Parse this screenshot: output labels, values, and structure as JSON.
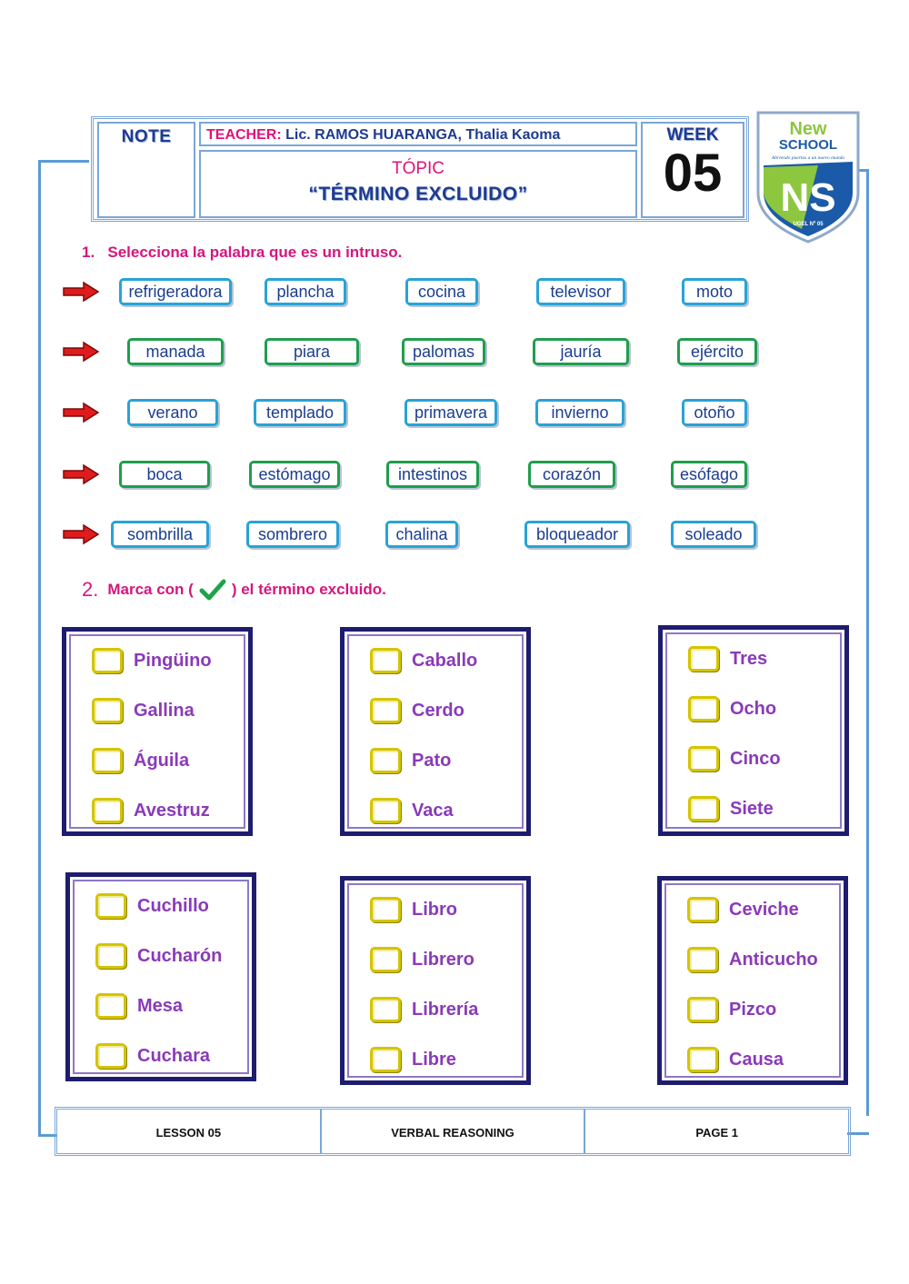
{
  "header": {
    "note_label": "NOTE",
    "teacher_label": "TEACHER:",
    "teacher_name": "Lic. RAMOS HUARANGA, Thalia Kaoma",
    "topic_label": "TÓPIC",
    "topic_title": "“TÉRMINO EXCLUIDO”",
    "week_label": "WEEK",
    "week_number": "05"
  },
  "logo": {
    "line1": "New",
    "line2": "SCHOOL",
    "slogan": "Abriendo puertas a un nuevo mundo",
    "letters": "NS",
    "ugel": "UGEL Nº 05",
    "colors": {
      "green": "#8dc63f",
      "blue": "#1b5aa8"
    }
  },
  "section1": {
    "number": "1.",
    "instruction": "Selecciona la palabra que es un intruso.",
    "rows": [
      [
        "refrigeradora",
        "plancha",
        "cocina",
        "televisor",
        "moto"
      ],
      [
        "manada",
        "piara",
        "palomas",
        "jauría",
        "ejército"
      ],
      [
        "verano",
        "templado",
        "primavera",
        "invierno",
        "otoño"
      ],
      [
        "boca",
        "estómago",
        "intestinos",
        "corazón",
        "esófago"
      ],
      [
        "sombrilla",
        "sombrero",
        "chalina",
        "bloqueador",
        "soleado"
      ]
    ]
  },
  "section2": {
    "number": "2.",
    "instruction_pre": "Marca con (",
    "instruction_post": ") el término excluido.",
    "groups": [
      [
        "Pingüino",
        "Gallina",
        "Águila",
        "Avestruz"
      ],
      [
        "Caballo",
        "Cerdo",
        "Pato",
        "Vaca"
      ],
      [
        "Tres",
        "Ocho",
        "Cinco",
        "Siete"
      ],
      [
        "Cuchillo",
        "Cucharón",
        "Mesa",
        "Cuchara"
      ],
      [
        "Libro",
        "Librero",
        "Librería",
        "Libre"
      ],
      [
        "Ceviche",
        "Anticucho",
        "Pizco",
        "Causa"
      ]
    ]
  },
  "footer": {
    "lesson": "LESSON 05",
    "subject": "VERBAL REASONING",
    "page": "PAGE 1"
  }
}
